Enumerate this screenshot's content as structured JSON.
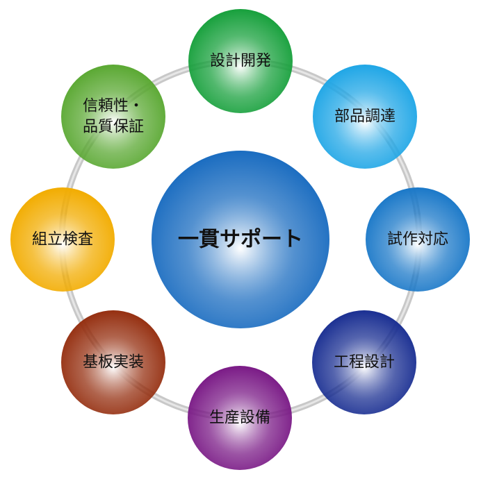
{
  "center": {
    "label": "一貫サポート",
    "color": "#1a6cc0"
  },
  "nodes": [
    {
      "id": "design",
      "lines": [
        "設計開発"
      ],
      "color": "#17a03c"
    },
    {
      "id": "procurement",
      "lines": [
        "部品調達"
      ],
      "color": "#1fa6e6"
    },
    {
      "id": "prototype",
      "lines": [
        "試作対応"
      ],
      "color": "#1a78c8"
    },
    {
      "id": "process",
      "lines": [
        "工程設計"
      ],
      "color": "#1a2f92"
    },
    {
      "id": "equipment",
      "lines": [
        "生産設備"
      ],
      "color": "#7a1a86"
    },
    {
      "id": "mounting",
      "lines": [
        "基板実装"
      ],
      "color": "#952f10"
    },
    {
      "id": "assembly",
      "lines": [
        "組立検査"
      ],
      "color": "#f2ac00"
    },
    {
      "id": "quality",
      "lines": [
        "信頼性・",
        "品質保証"
      ],
      "color": "#5aa832"
    }
  ]
}
